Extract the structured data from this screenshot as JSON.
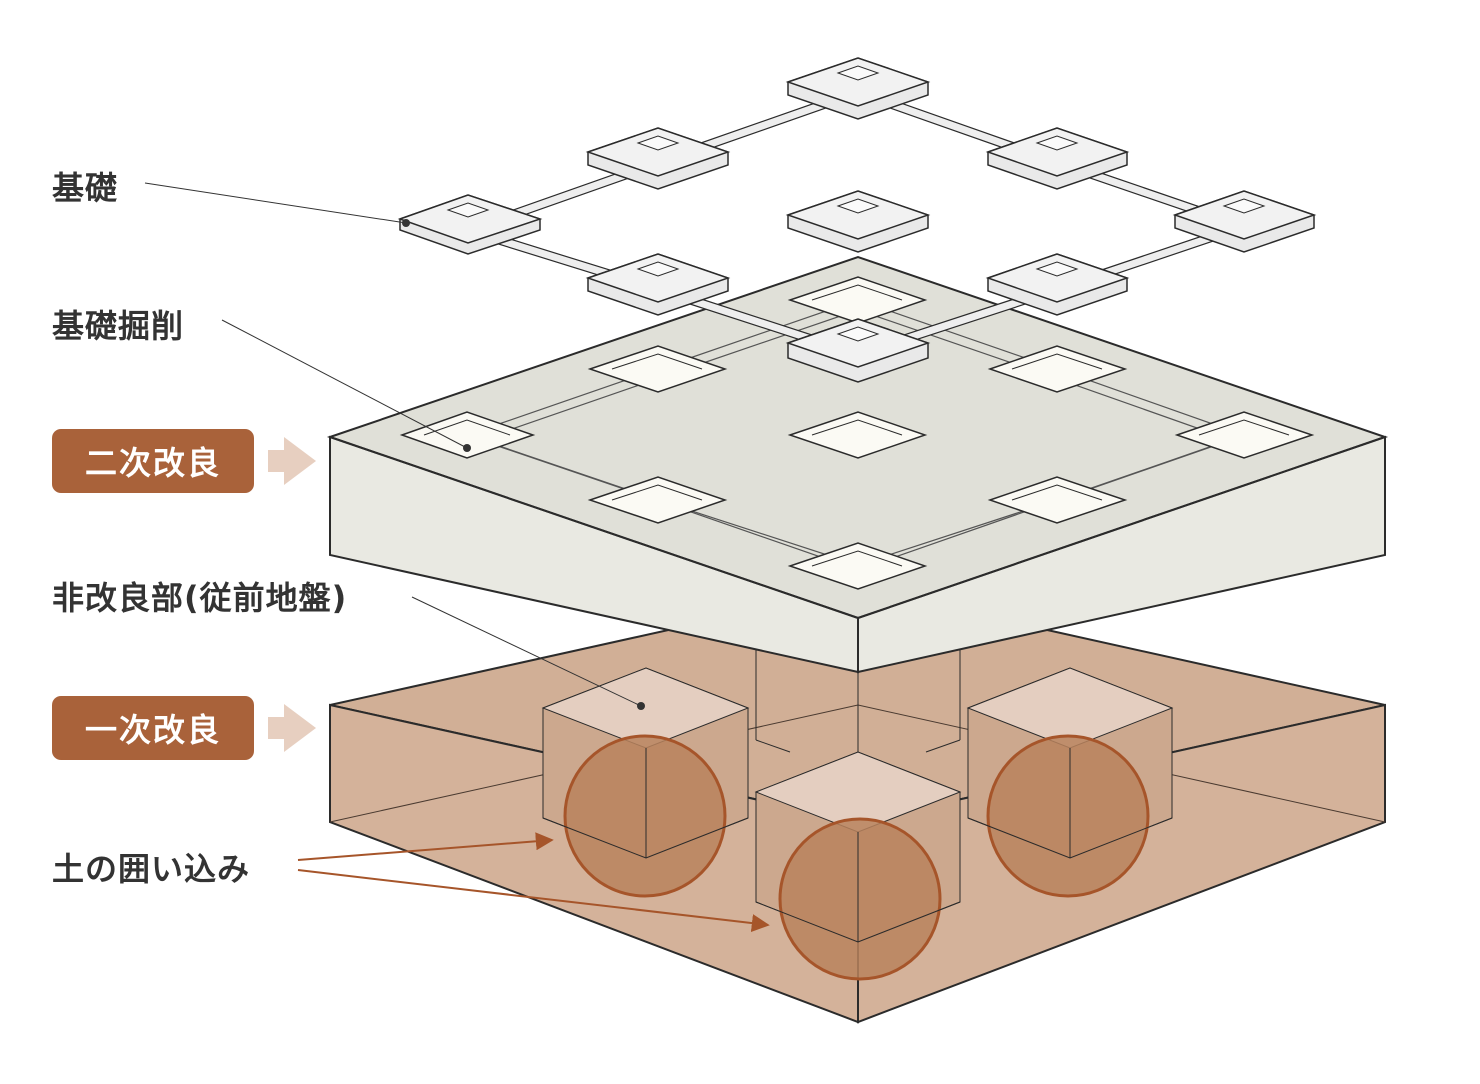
{
  "labels": {
    "foundation": "基礎",
    "excavation": "基礎掘削",
    "secondary": "二次改良",
    "non_improved": "非改良部(従前地盤)",
    "primary": "一次改良",
    "soil_enclosure": "土の囲い込み"
  },
  "colors": {
    "badge": "#a9623a",
    "arrow": "#e7cfc0",
    "secondary_top": "#e0e0d8",
    "secondary_side": "#e9e9e2",
    "primary_fill": "#d1af96",
    "cube_top": "#e4cec0",
    "circle": "#b8825d",
    "circle_stroke": "#a6552a",
    "footing": "#efefef",
    "pointer_arrow": "#a6552a",
    "line": "#333333"
  }
}
